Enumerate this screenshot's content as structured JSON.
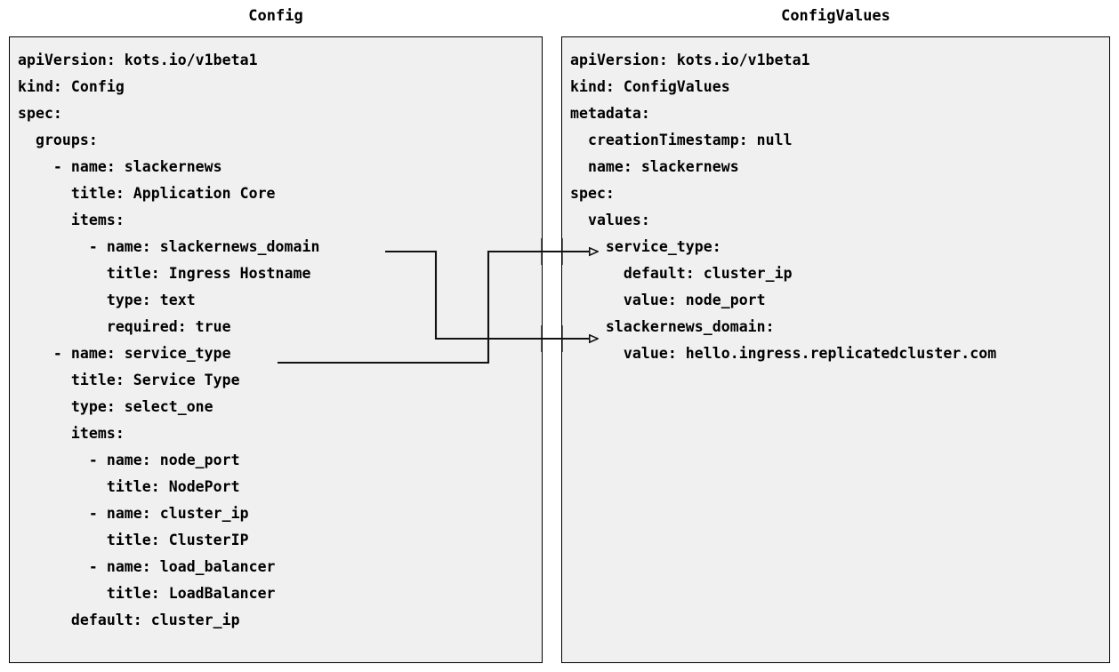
{
  "diagram": {
    "type": "yaml-side-by-side-mapping",
    "background": "#ffffff",
    "panel_background": "#f0f0f0",
    "border_color": "#000000",
    "text_color": "#000000"
  },
  "left_panel": {
    "title": "Config",
    "yaml_text": "apiVersion: kots.io/v1beta1\nkind: Config\nspec:\n  groups:\n    - name: slackernews\n      title: Application Core\n      items:\n        - name: slackernews_domain\n          title: Ingress Hostname\n          type: text\n          required: true\n    - name: service_type\n      title: Service Type\n      type: select_one\n      items:\n        - name: node_port\n          title: NodePort\n        - name: cluster_ip\n          title: ClusterIP\n        - name: load_balancer\n          title: LoadBalancer\n      default: cluster_ip",
    "lines": [
      "apiVersion: kots.io/v1beta1",
      "kind: Config",
      "spec:",
      "  groups:",
      "    - name: slackernews",
      "      title: Application Core",
      "      items:",
      "        - name: slackernews_domain",
      "          title: Ingress Hostname",
      "          type: text",
      "          required: true",
      "    - name: service_type",
      "      title: Service Type",
      "      type: select_one",
      "      items:",
      "        - name: node_port",
      "          title: NodePort",
      "        - name: cluster_ip",
      "          title: ClusterIP",
      "        - name: load_balancer",
      "          title: LoadBalancer",
      "      default: cluster_ip"
    ]
  },
  "right_panel": {
    "title": "ConfigValues",
    "yaml_text": "apiVersion: kots.io/v1beta1\nkind: ConfigValues\nmetadata:\n  creationTimestamp: null\n  name: slackernews\nspec:\n  values:\n    service_type:\n      default: cluster_ip\n      value: node_port\n    slackernews_domain:\n      value: hello.ingress.replicatedcluster.com",
    "lines": [
      "apiVersion: kots.io/v1beta1",
      "kind: ConfigValues",
      "metadata:",
      "  creationTimestamp: null",
      "  name: slackernews",
      "spec:",
      "  values:",
      "    service_type:",
      "      default: cluster_ip",
      "      value: node_port",
      "    slackernews_domain:",
      "      value: hello.ingress.replicatedcluster.com"
    ]
  },
  "connectors": [
    {
      "name": "slackernews-domain-mapping",
      "from_label": "- name: slackernews_domain",
      "to_label": "slackernews_domain:",
      "arrow_style": "open-triangle"
    },
    {
      "name": "service-type-mapping",
      "from_label": "- name: service_type",
      "to_label": "service_type:",
      "arrow_style": "open-triangle"
    }
  ]
}
